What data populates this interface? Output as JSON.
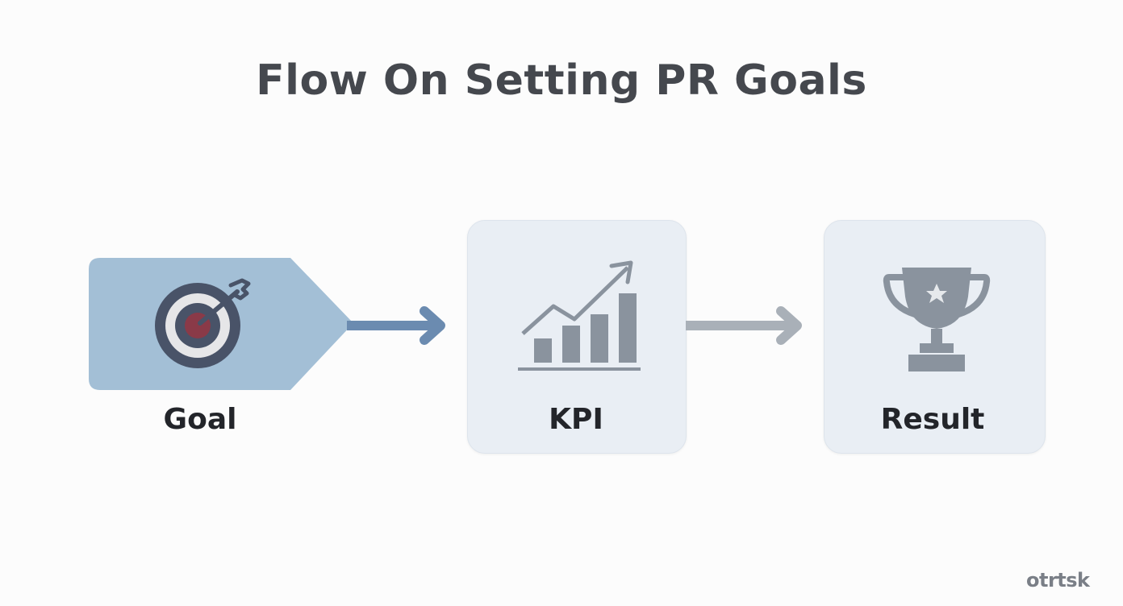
{
  "diagram": {
    "title": "Flow On Setting PR Goals",
    "nodes": [
      {
        "id": "goal",
        "label": "Goal",
        "icon": "target-icon"
      },
      {
        "id": "kpi",
        "label": "KPI",
        "icon": "bar-chart-trend-icon"
      },
      {
        "id": "result",
        "label": "Result",
        "icon": "trophy-icon"
      }
    ],
    "edges": [
      {
        "from": "goal",
        "to": "kpi",
        "color": "#6b8bb0"
      },
      {
        "from": "kpi",
        "to": "result",
        "color": "#a9b0b8"
      }
    ]
  },
  "colors": {
    "goal_fill": "#a3bfd6",
    "card_fill": "#e9eef4",
    "icon_gray": "#8a939e",
    "target_dark": "#495368",
    "target_center": "#8a3a48"
  },
  "watermark": {
    "text": "otrtsk"
  }
}
